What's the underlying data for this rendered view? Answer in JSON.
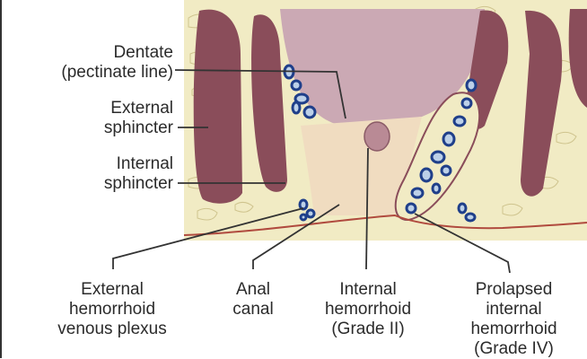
{
  "colors": {
    "fat": "#f1ebc4",
    "fat_outline": "#c9bf86",
    "muscle": "#8a4d5a",
    "muscle_light": "#a2677a",
    "canal": "#f0dcc0",
    "rectum": "#cba9b4",
    "skin_line": "#b04a3e",
    "vein_fill": "#bcd0e8",
    "vein_stroke": "#1f3f8a",
    "leader": "#333333"
  },
  "labels": {
    "dentate_1": "Dentate",
    "dentate_2": "(pectinate line)",
    "external_sphincter_1": "External",
    "external_sphincter_2": "sphincter",
    "internal_sphincter_1": "Internal",
    "internal_sphincter_2": "sphincter",
    "ext_plexus_1": "External",
    "ext_plexus_2": "hemorrhoid",
    "ext_plexus_3": "venous plexus",
    "anal_canal_1": "Anal",
    "anal_canal_2": "canal",
    "internal_hem_1": "Internal",
    "internal_hem_2": "hemorrhoid",
    "internal_hem_3": "(Grade II)",
    "prolapsed_1": "Prolapsed",
    "prolapsed_2": "internal",
    "prolapsed_3": "hemorrhoid",
    "prolapsed_4": "(Grade IV)"
  }
}
